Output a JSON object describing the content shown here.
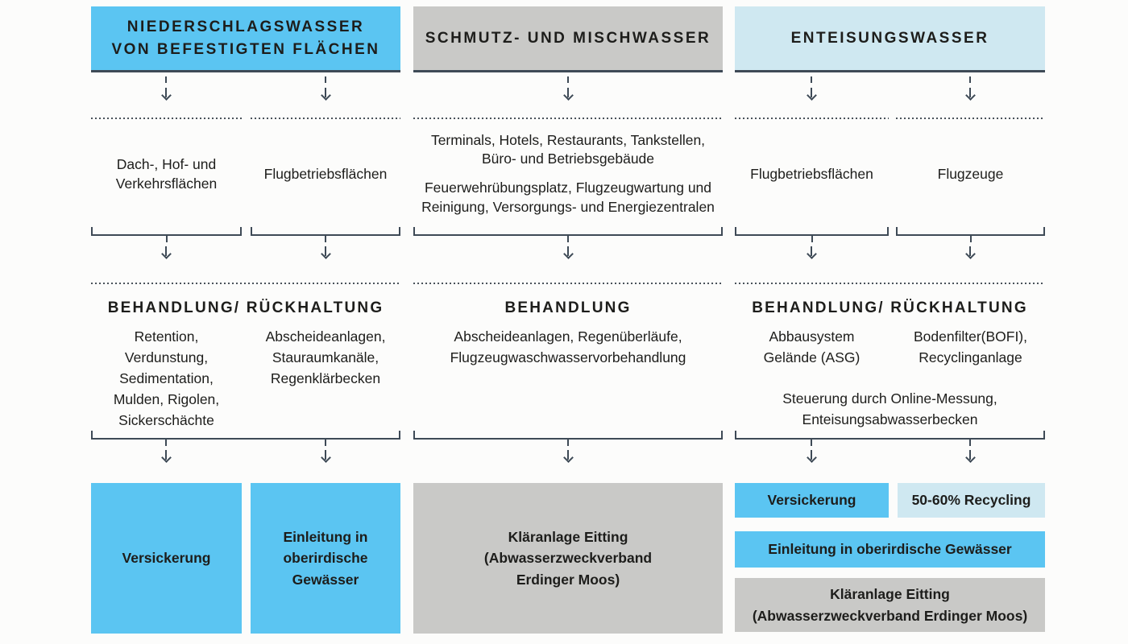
{
  "colors": {
    "blue": "#5bc5f2",
    "light_blue": "#cfe8f1",
    "gray": "#c9c9c7",
    "line": "#3e4a56",
    "text": "#1d1d1b"
  },
  "columns": [
    {
      "id": "niederschlagswasser",
      "title": "NIEDERSCHLAGSWASSER\nVON BEFESTIGTEN FLÄCHEN",
      "sources": [
        {
          "label": "Dach-, Hof- und\nVerkehrsflächen"
        },
        {
          "label": "Flugbetriebsflächen"
        }
      ],
      "treatment": {
        "heading": "BEHANDLUNG/ RÜCKHALTUNG",
        "items": [
          "Retention,\nVerdunstung,\nSedimentation,\nMulden, Rigolen,\nSickerschächte",
          "Abscheideanlagen,\nStauraumkanäle,\nRegenklärbecken"
        ]
      },
      "outcomes": [
        {
          "label": "Versickerung"
        },
        {
          "label": "Einleitung in\noberirdische\nGewässer"
        }
      ]
    },
    {
      "id": "schmutz-und-mischwasser",
      "title": "SCHMUTZ- UND MISCHWASSER",
      "sources": [
        {
          "label": "Terminals, Hotels, Restaurants, Tankstellen,\nBüro- und Betriebsgebäude"
        },
        {
          "label": "Feuerwehrübungsplatz, Flugzeugwartung und\nReinigung, Versorgungs- und Energiezentralen"
        }
      ],
      "treatment": {
        "heading": "BEHANDLUNG",
        "items": [
          "Abscheideanlagen, Regenüberläufe,\nFlugzeugwaschwasservorbehandlung"
        ]
      },
      "outcomes": [
        {
          "label": "Kläranlage Eitting\n(Abwasserzweckverband\nErdinger Moos)"
        }
      ]
    },
    {
      "id": "enteisungswasser",
      "title": "ENTEISUNGSWASSER",
      "sources": [
        {
          "label": "Flugbetriebsflächen"
        },
        {
          "label": "Flugzeuge"
        }
      ],
      "treatment": {
        "heading": "BEHANDLUNG/ RÜCKHALTUNG",
        "items": [
          "Abbausystem\nGelände (ASG)",
          "Bodenfilter(BOFI),\nRecyclinganlage"
        ],
        "note": "Steuerung durch Online-Messung,\nEnteisungsabwasserbecken"
      },
      "outcomes": [
        {
          "label": "Versickerung"
        },
        {
          "label": "50-60% Recycling"
        },
        {
          "label": "Einleitung in oberirdische Gewässer"
        },
        {
          "label": "Kläranlage Eitting\n(Abwasserzweckverband Erdinger Moos)"
        }
      ]
    }
  ]
}
